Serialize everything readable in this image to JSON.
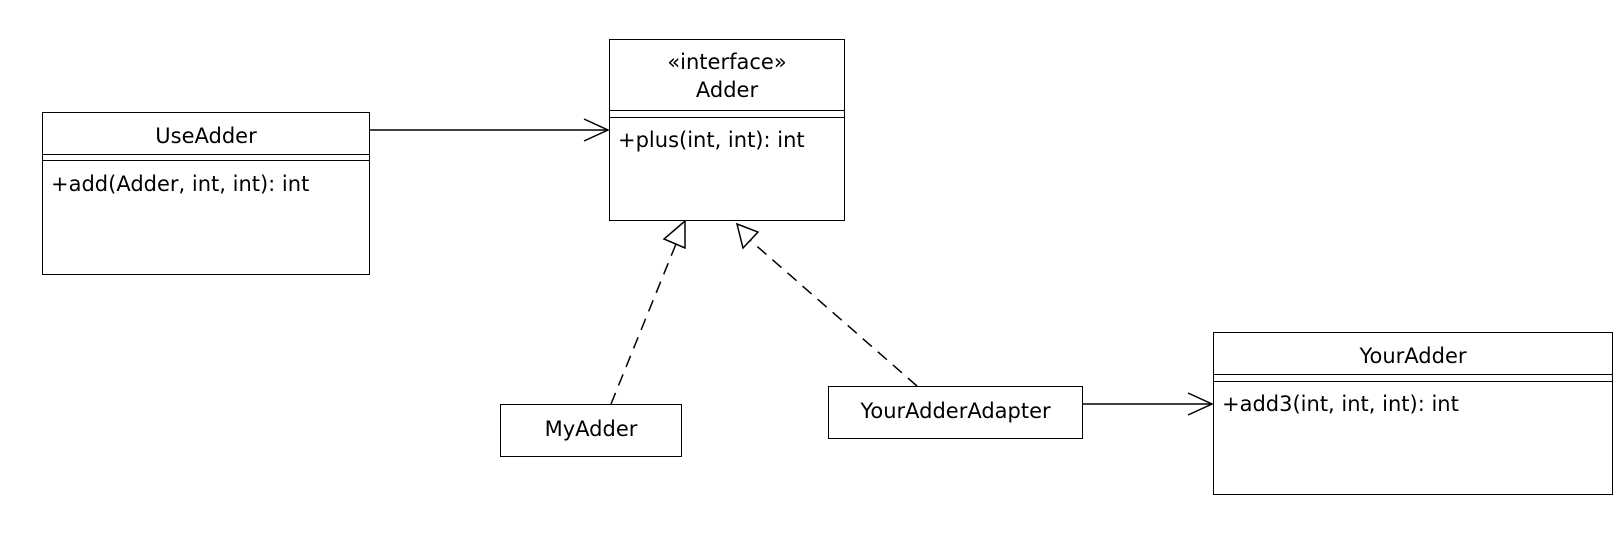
{
  "diagram": {
    "classes": {
      "use_adder": {
        "name": "UseAdder",
        "operations": [
          "+add(Adder, int, int): int"
        ]
      },
      "adder": {
        "stereotype": "«interface»",
        "name": "Adder",
        "operations": [
          "+plus(int, int): int"
        ]
      },
      "my_adder": {
        "name": "MyAdder"
      },
      "your_adder_adapter": {
        "name": "YourAdderAdapter"
      },
      "your_adder": {
        "name": "YourAdder",
        "operations": [
          "+add3(int, int, int): int"
        ]
      }
    },
    "relationships": [
      {
        "type": "association",
        "from": "UseAdder",
        "to": "Adder"
      },
      {
        "type": "realization",
        "from": "MyAdder",
        "to": "Adder"
      },
      {
        "type": "realization",
        "from": "YourAdderAdapter",
        "to": "Adder"
      },
      {
        "type": "association",
        "from": "YourAdderAdapter",
        "to": "YourAdder"
      }
    ]
  }
}
